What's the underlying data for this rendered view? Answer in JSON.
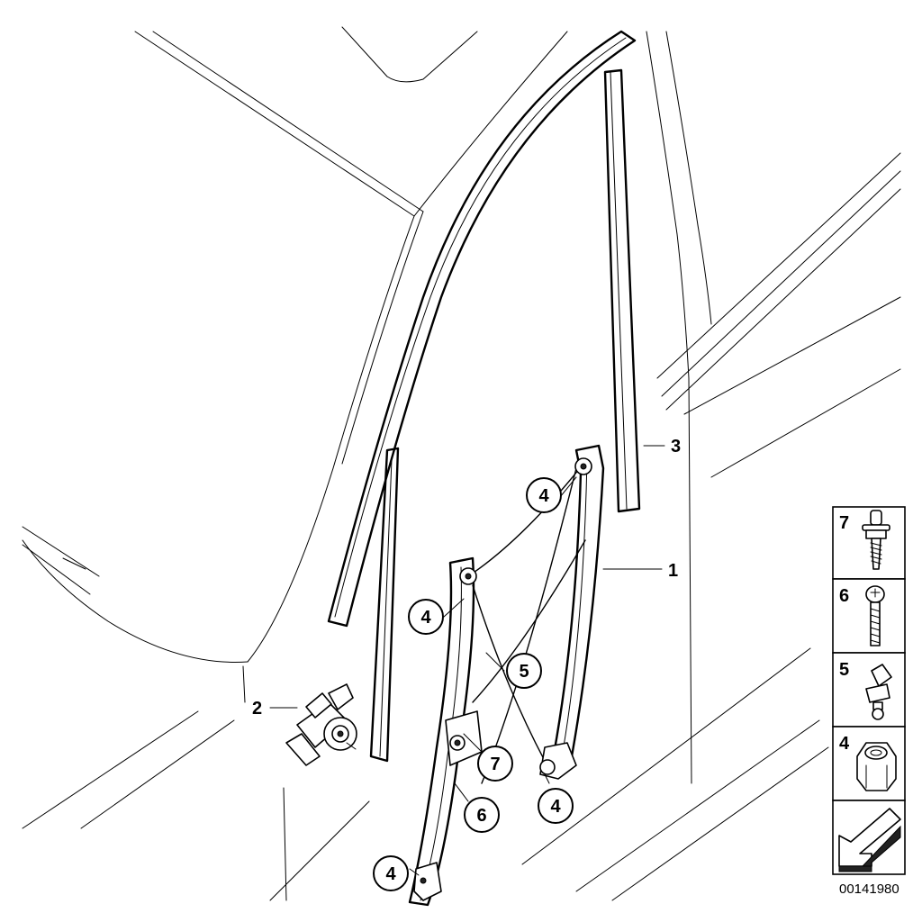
{
  "diagram_id": "00141980",
  "callouts": [
    {
      "label": "1"
    },
    {
      "label": "2"
    },
    {
      "label": "3"
    },
    {
      "label": "4"
    },
    {
      "label": "4"
    },
    {
      "label": "4"
    },
    {
      "label": "4"
    },
    {
      "label": "5"
    },
    {
      "label": "6"
    },
    {
      "label": "7"
    }
  ],
  "legend": [
    {
      "label": "7",
      "icon": "stud-bolt-icon"
    },
    {
      "label": "6",
      "icon": "screw-icon"
    },
    {
      "label": "5",
      "icon": "clip-icon"
    },
    {
      "label": "4",
      "icon": "hex-nut-icon"
    },
    {
      "label": "",
      "icon": "direction-arrow-icon"
    }
  ]
}
